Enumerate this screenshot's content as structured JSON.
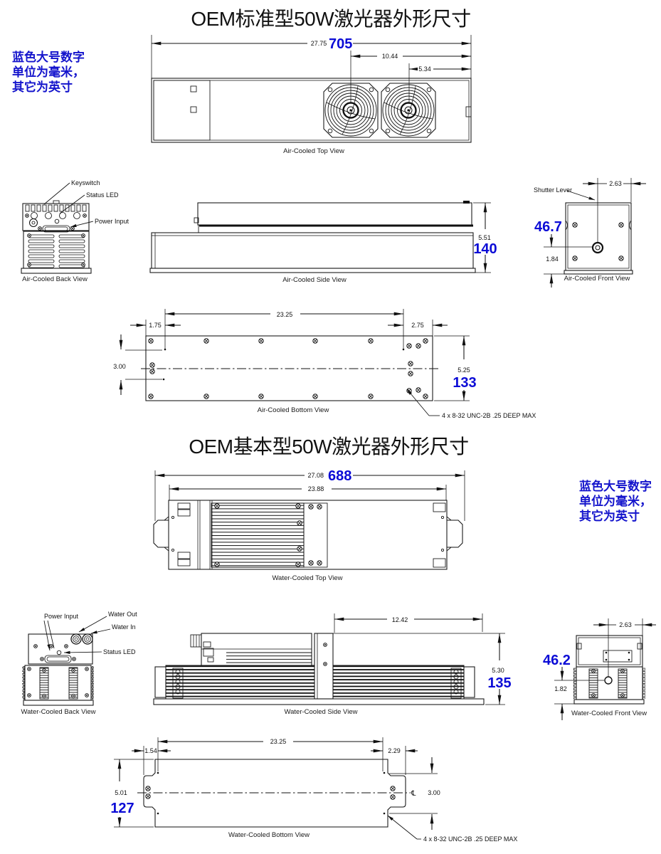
{
  "colors": {
    "blue_dimension": "#0b0bd6",
    "line": "#111111"
  },
  "titles": {
    "air": "OEM标准型50W激光器外形尺寸",
    "water": "OEM基本型50W激光器外形尺寸"
  },
  "note": {
    "line1": "蓝色大号数字",
    "line2": "单位为毫米，",
    "line3": "其它为英寸"
  },
  "air": {
    "top": {
      "caption": "Air-Cooled Top View",
      "overall_in": "27.75",
      "overall_mm": "705",
      "fan1_offset_in": "10.44",
      "fan2_offset_in": "5.34"
    },
    "back": {
      "caption": "Air-Cooled Back View",
      "keyswitch": "Keyswitch",
      "status_led": "Status LED",
      "power_input": "Power Input"
    },
    "side": {
      "caption": "Air-Cooled Side View",
      "height_in": "5.51",
      "height_mm": "140"
    },
    "front": {
      "caption": "Air-Cooled Front View",
      "shutter_lever": "Shutter Lever",
      "width_in": "2.63",
      "beam_mm": "46.7",
      "beam_in": "1.84"
    },
    "bottom": {
      "caption": "Air-Cooled Bottom View",
      "hole_span_in": "23.25",
      "left_offset_in": "1.75",
      "right_offset_in": "2.75",
      "row_span_in": "3.00",
      "depth_in": "5.25",
      "depth_mm": "133",
      "thread_note": "4 x 8-32 UNC-2B  .25 DEEP MAX"
    }
  },
  "water": {
    "top": {
      "caption": "Water-Cooled Top View",
      "overall_in": "27.08",
      "overall_mm": "688",
      "body_in": "23.88"
    },
    "back": {
      "caption": "Water-Cooled Back View",
      "power_input": "Power Input",
      "water_out": "Water Out",
      "water_in": "Water In",
      "status_led": "Status LED"
    },
    "side": {
      "caption": "Water-Cooled Side View",
      "span_in": "12.42",
      "height_in": "5.30",
      "height_mm": "135"
    },
    "front": {
      "caption": "Water-Cooled Front View",
      "width_in": "2.63",
      "beam_mm": "46.2",
      "beam_in": "1.82"
    },
    "bottom": {
      "caption": "Water-Cooled Bottom View",
      "hole_span_in": "23.25",
      "left_offset_in": "1.54",
      "right_offset_in": "2.29",
      "row_span_in": "3.00",
      "depth_in": "5.01",
      "depth_mm": "127",
      "centerline_symbol": "℄",
      "thread_note": "4 x 8-32 UNC-2B  .25 DEEP MAX"
    }
  }
}
